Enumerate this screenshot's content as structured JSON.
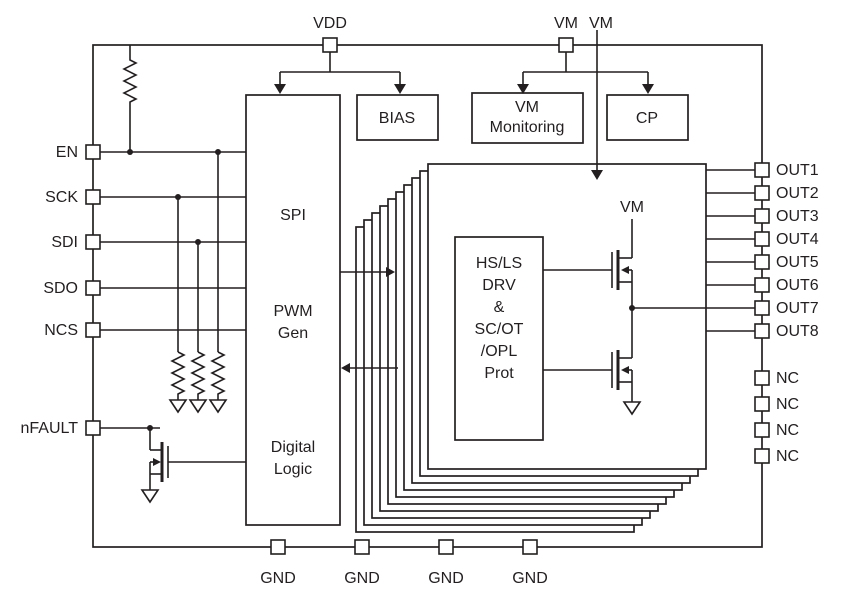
{
  "colors": {
    "line": "#231f20",
    "background": "#ffffff"
  },
  "pins": {
    "top": [
      "VDD",
      "VM",
      "VM"
    ],
    "left": [
      "EN",
      "SCK",
      "SDI",
      "SDO",
      "NCS",
      "nFAULT"
    ],
    "right": [
      "OUT1",
      "OUT2",
      "OUT3",
      "OUT4",
      "OUT5",
      "OUT6",
      "OUT7",
      "OUT8",
      "NC",
      "NC",
      "NC",
      "NC"
    ],
    "bottom": [
      "GND",
      "GND",
      "GND",
      "GND"
    ]
  },
  "blocks": {
    "spi": [
      "SPI",
      "PWM",
      "Gen",
      "Digital",
      "Logic"
    ],
    "bias": "BIAS",
    "vm_monitoring": [
      "VM",
      "Monitoring"
    ],
    "cp": "CP",
    "hs_ls_driver": [
      "HS/LS",
      "DRV",
      "&",
      "SC/OT",
      "/OPL",
      "Prot"
    ],
    "vm_internal": "VM"
  }
}
